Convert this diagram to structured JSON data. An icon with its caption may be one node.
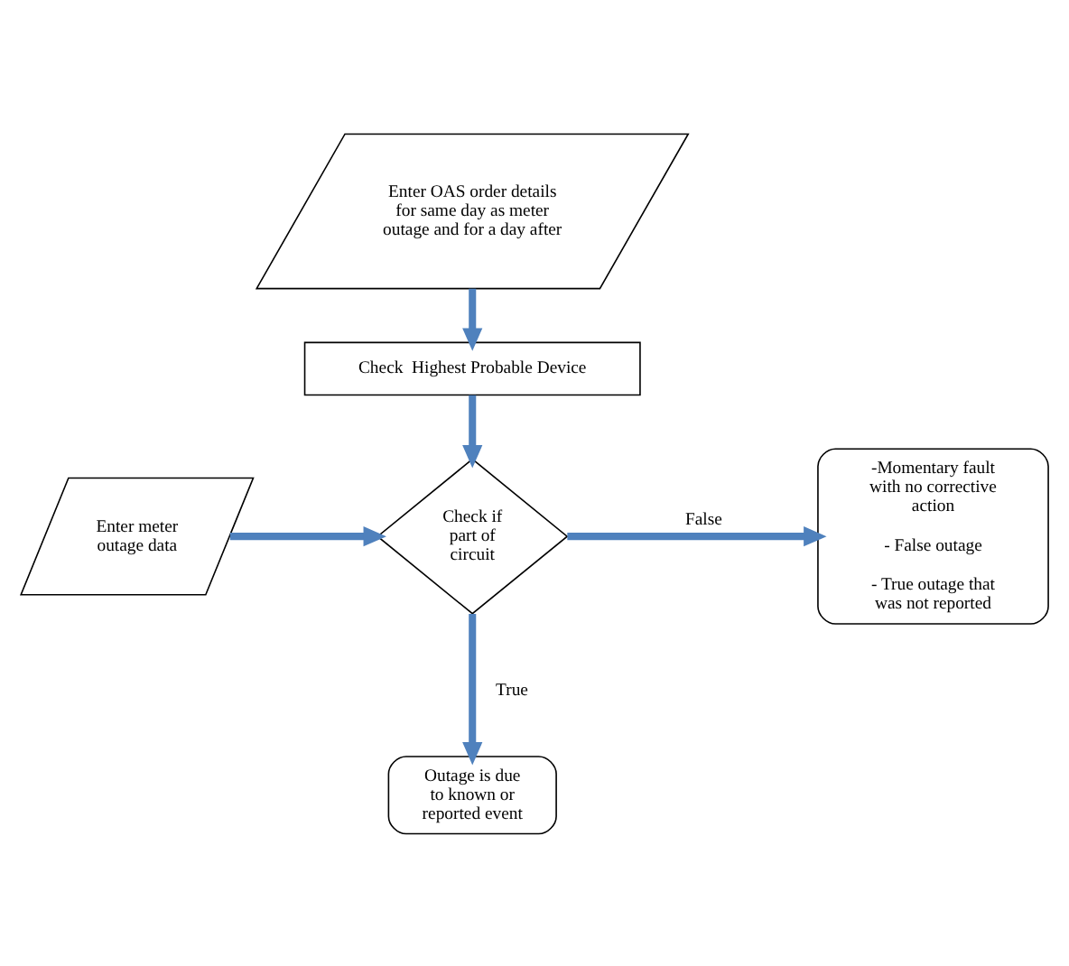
{
  "diagram": {
    "nodes": [
      {
        "text": [
          "Enter OAS order details for same day as meter outage and for a day after"
        ]
      },
      {
        "text": [
          "Check  Highest Probable Device"
        ]
      },
      {
        "text": [
          "Enter meter outage data"
        ]
      },
      {
        "text": [
          "Check if part of circuit"
        ]
      },
      {
        "text": [
          "-Momentary fault with no corrective action",
          "- False outage",
          "- True outage that was not reported"
        ]
      },
      {
        "text": [
          "Outage is due to known or reported event"
        ]
      }
    ],
    "edges": [
      {
        "from": 0,
        "to": 1,
        "arrow": "to"
      },
      {
        "from": 1,
        "to": 3,
        "arrow": "to"
      },
      {
        "from": 2,
        "to": 3,
        "arrow": "to"
      },
      {
        "from": 3,
        "to": 4,
        "arrow": "to",
        "label": "False"
      },
      {
        "from": 3,
        "to": 5,
        "arrow": "to",
        "label": "True"
      }
    ]
  }
}
